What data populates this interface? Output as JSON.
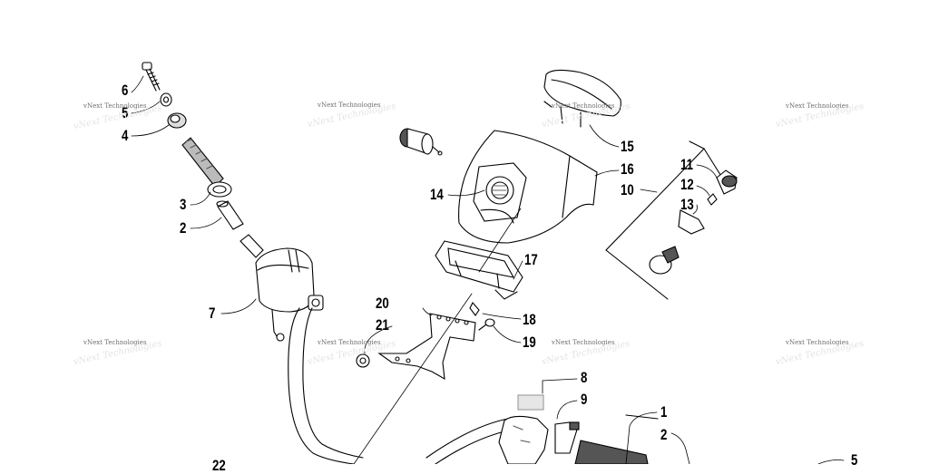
{
  "callouts": [
    {
      "id": "6",
      "text": "6"
    },
    {
      "id": "5a",
      "text": "5"
    },
    {
      "id": "4",
      "text": "4"
    },
    {
      "id": "3",
      "text": "3"
    },
    {
      "id": "2a",
      "text": "2"
    },
    {
      "id": "7",
      "text": "7"
    },
    {
      "id": "14",
      "text": "14"
    },
    {
      "id": "15",
      "text": "15"
    },
    {
      "id": "16",
      "text": "16"
    },
    {
      "id": "10",
      "text": "10"
    },
    {
      "id": "11",
      "text": "11"
    },
    {
      "id": "12",
      "text": "12"
    },
    {
      "id": "13",
      "text": "13"
    },
    {
      "id": "17",
      "text": "17"
    },
    {
      "id": "18",
      "text": "18"
    },
    {
      "id": "19",
      "text": "19"
    },
    {
      "id": "20",
      "text": "20"
    },
    {
      "id": "21",
      "text": "21"
    },
    {
      "id": "8",
      "text": "8"
    },
    {
      "id": "9",
      "text": "9"
    },
    {
      "id": "1",
      "text": "1"
    },
    {
      "id": "2b",
      "text": "2"
    },
    {
      "id": "22",
      "text": "22"
    },
    {
      "id": "5b",
      "text": "5"
    }
  ],
  "watermark": "vNext Technologies",
  "colors": {
    "line": "#000000",
    "shade": "#9a9a9a",
    "watermark": "#707070"
  }
}
